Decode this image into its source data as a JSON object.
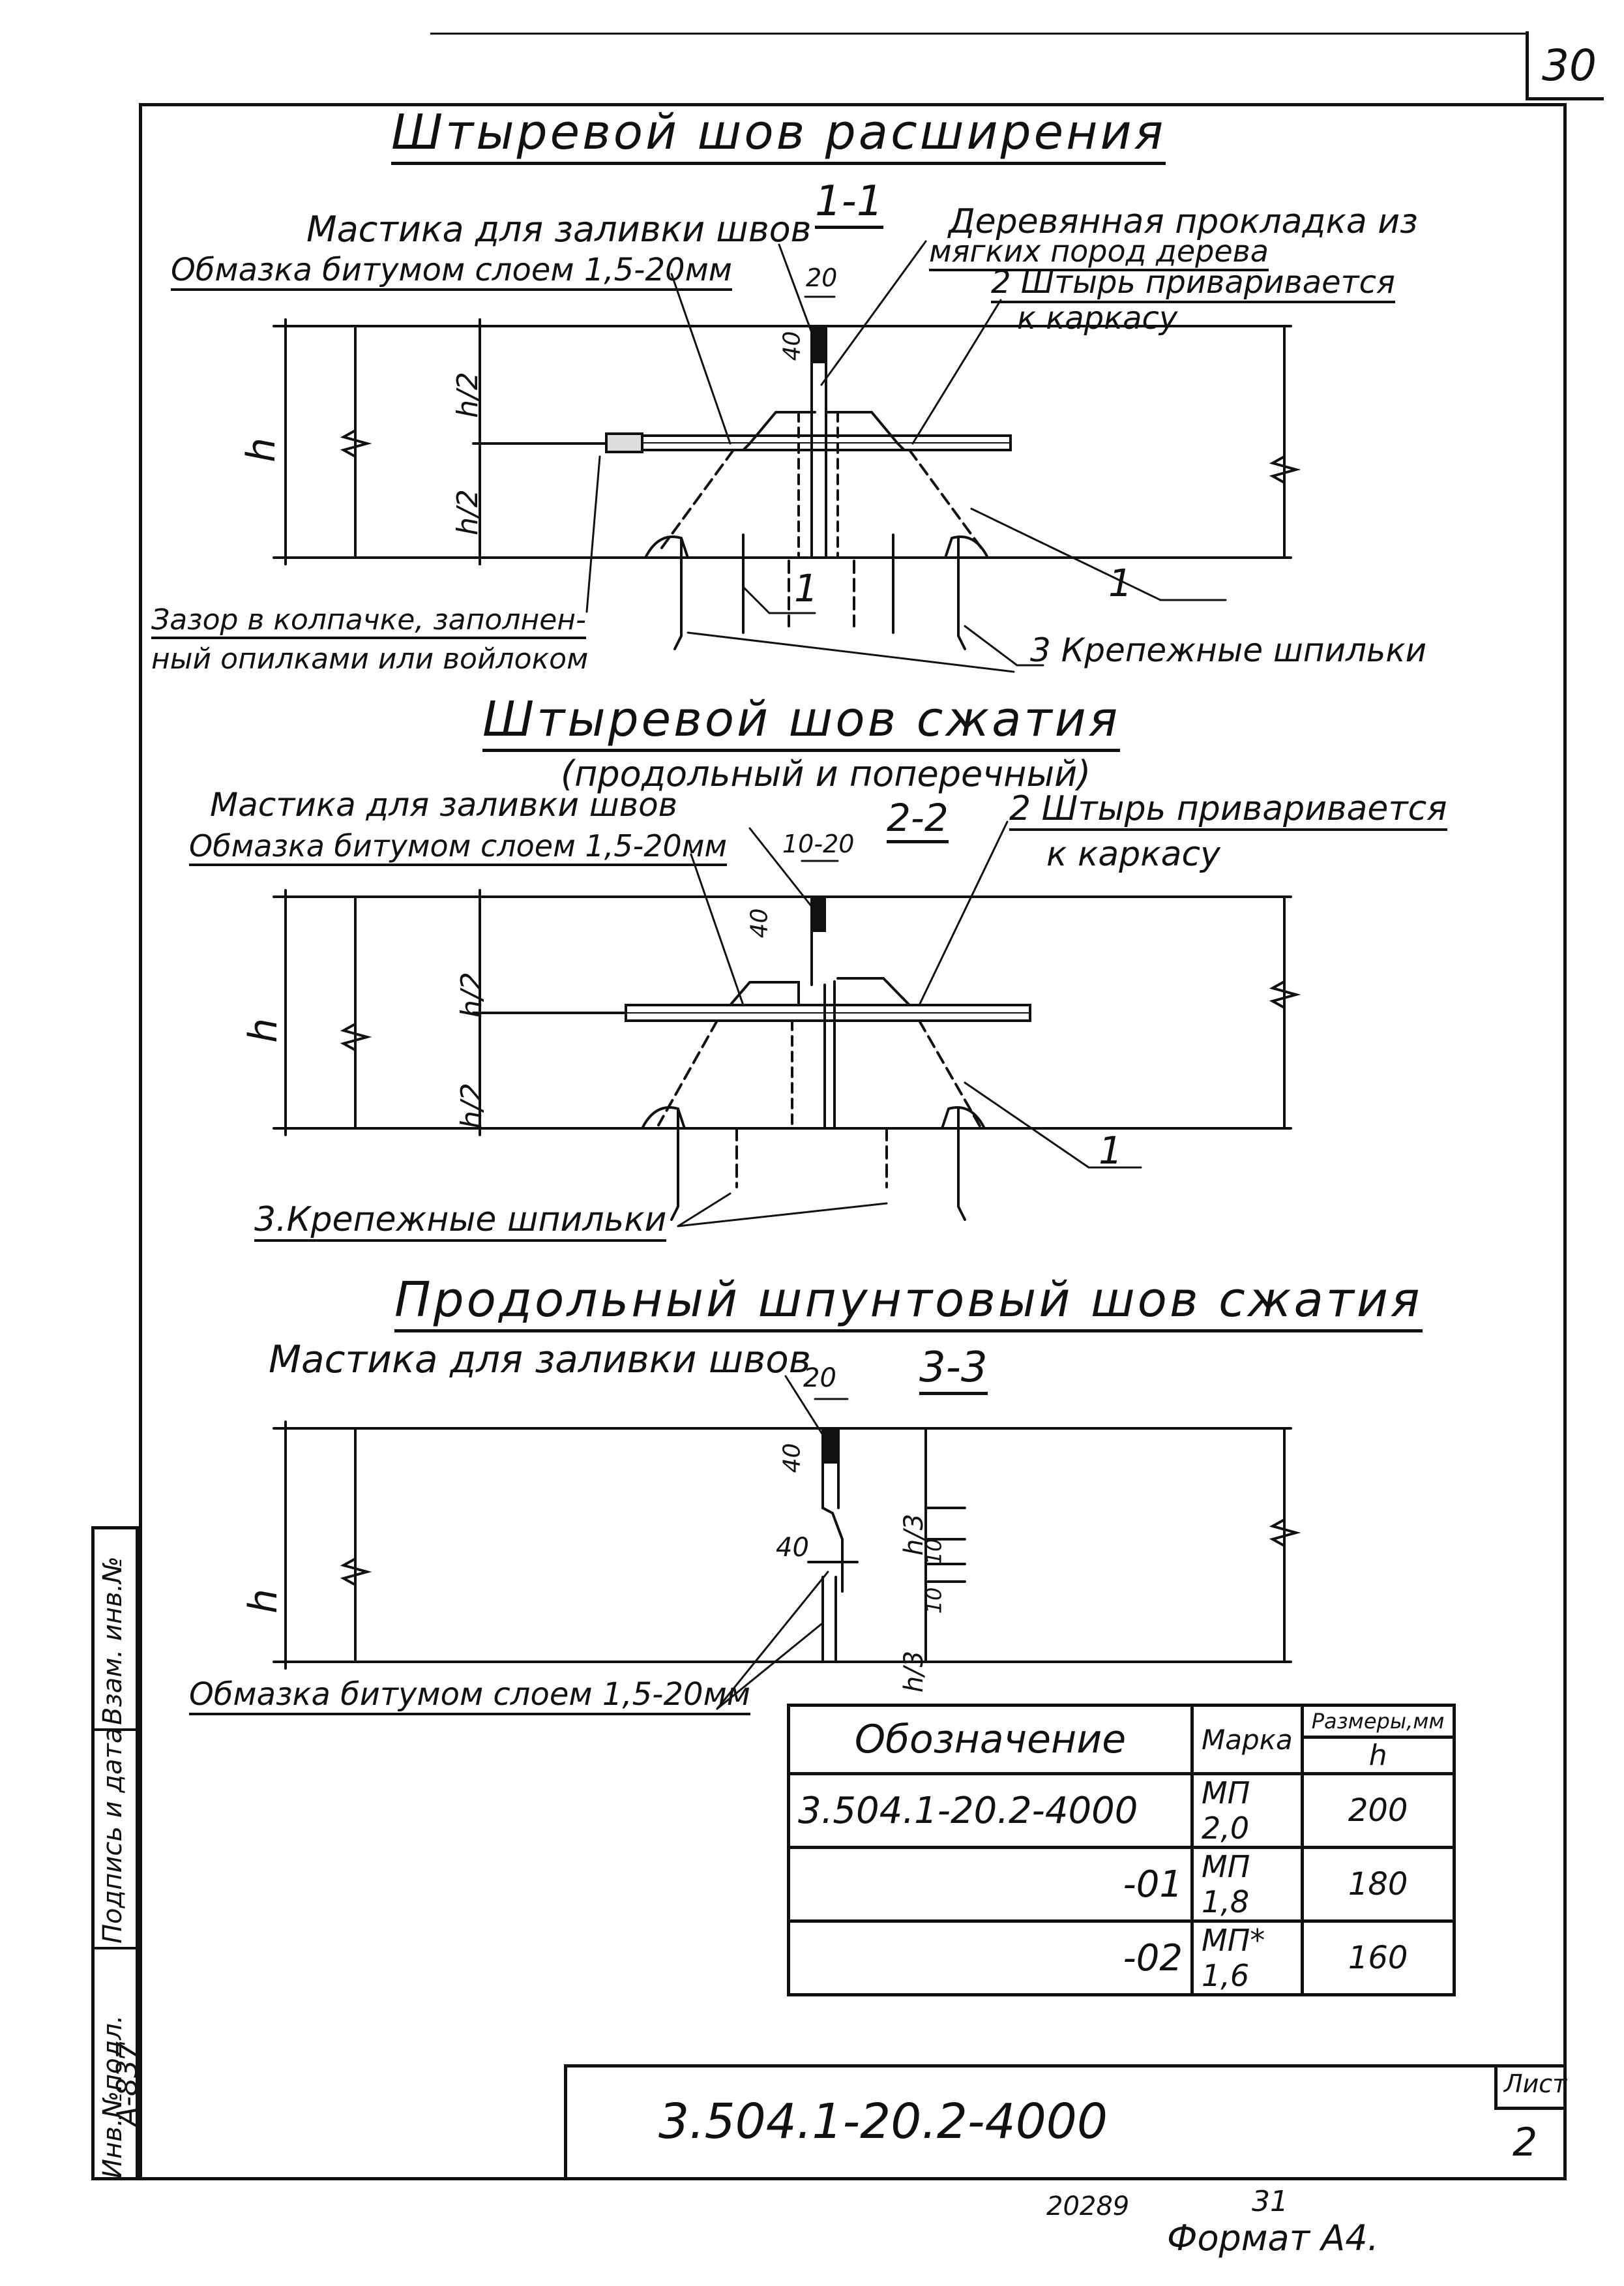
{
  "page": {
    "sheet_number": "30"
  },
  "titles": {
    "expansion": "Штыревой шов расширения",
    "compression": "Штыревой шов сжатия",
    "compression_sub": "(продольный и поперечный)",
    "tongue": "Продольный шпунтовый шов сжатия"
  },
  "sections": {
    "s1": "1-1",
    "s2": "2-2",
    "s3": "3-3"
  },
  "labels": {
    "mastic": "Мастика для заливки швов",
    "bitumen": "Обмазка битумом слоем 1,5-20мм",
    "bitumen_tongue": "Обмазка битумом слоем 1,5-20мм",
    "wood_pad_1": "Деревянная прокладка из",
    "wood_pad_2": "мягких пород дерева",
    "pin_welded": "2 Штырь приваривается",
    "to_frame": "к каркасу",
    "pin_welded_2": "2 Штырь приваривается",
    "to_frame_2": "к каркасу",
    "gap_1": "Зазор в колпачке, заполнен-",
    "gap_2": "ный опилками или войлоком",
    "fasteners": "3 Крепежные шпильки",
    "fasteners_2": "3.Крепежные шпильки",
    "callout_1": "1",
    "callout_1b": "1",
    "callout_1c": "1"
  },
  "dims": {
    "w20": "20",
    "w10_20": "10-20",
    "w20b": "20",
    "d40": "40",
    "d40b": "40",
    "d40c": "40",
    "d40d": "40",
    "h": "h",
    "h2": "h/2",
    "h3": "h/3",
    "d10": "10"
  },
  "table": {
    "headers": {
      "designation": "Обозначение",
      "mark": "Марка",
      "sizes": "Размеры,мм",
      "h": "h"
    },
    "rows": [
      {
        "designation": "3.504.1-20.2-4000",
        "mark": "МП 2,0",
        "h": "200"
      },
      {
        "designation": "-01",
        "mark": "МП 1,8",
        "h": "180"
      },
      {
        "designation": "-02",
        "mark": "МП* 1,6",
        "h": "160"
      }
    ]
  },
  "stamp": {
    "code": "3.504.1-20.2-4000",
    "sheet_label": "Лист",
    "sheet_value": "2"
  },
  "side_stamp": {
    "inv_orig": "Инв.№подл.",
    "signature_date": "Подпись и дата",
    "replace_inv": "Взам. инв.№",
    "inv_value": "А-837"
  },
  "footer": {
    "order": "20289",
    "copy": "31",
    "format": "Формат А4."
  }
}
